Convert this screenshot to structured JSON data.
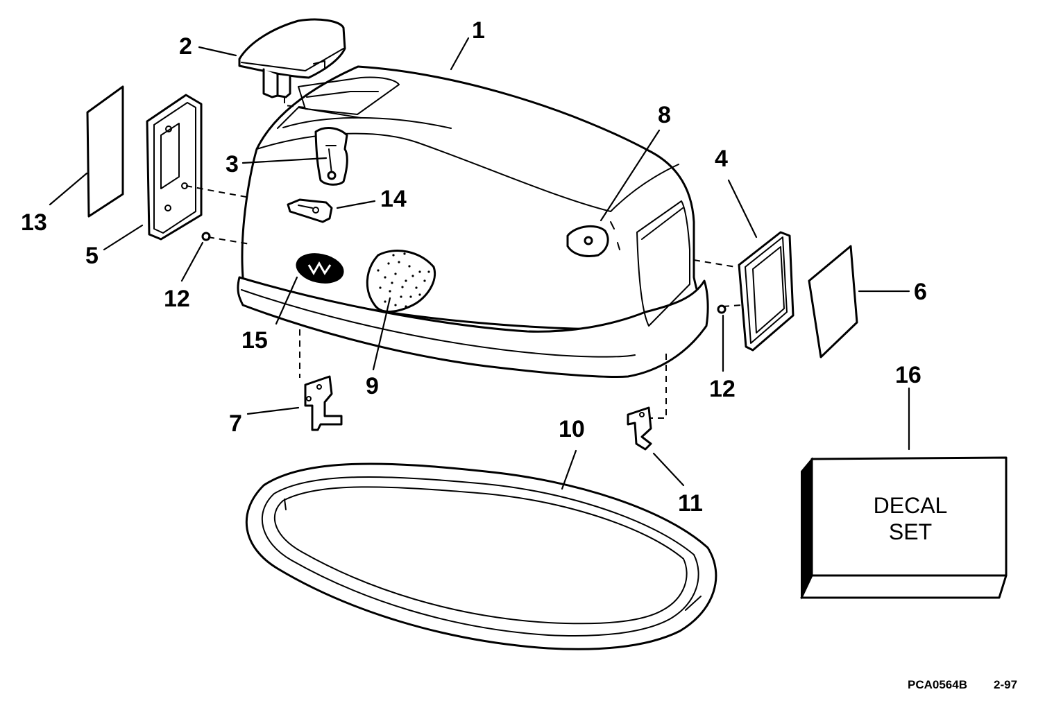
{
  "callouts": {
    "c1": "1",
    "c2": "2",
    "c3": "3",
    "c4": "4",
    "c5": "5",
    "c6": "6",
    "c7": "7",
    "c8": "8",
    "c9": "9",
    "c10": "10",
    "c11": "11",
    "c12a": "12",
    "c12b": "12",
    "c13": "13",
    "c14": "14",
    "c15": "15",
    "c16": "16"
  },
  "decal_box": {
    "line1": "DECAL",
    "line2": "SET"
  },
  "footer": {
    "part_code": "PCA0564B",
    "date_code": "2-97"
  },
  "colors": {
    "ink": "#000000",
    "paper": "#ffffff"
  }
}
